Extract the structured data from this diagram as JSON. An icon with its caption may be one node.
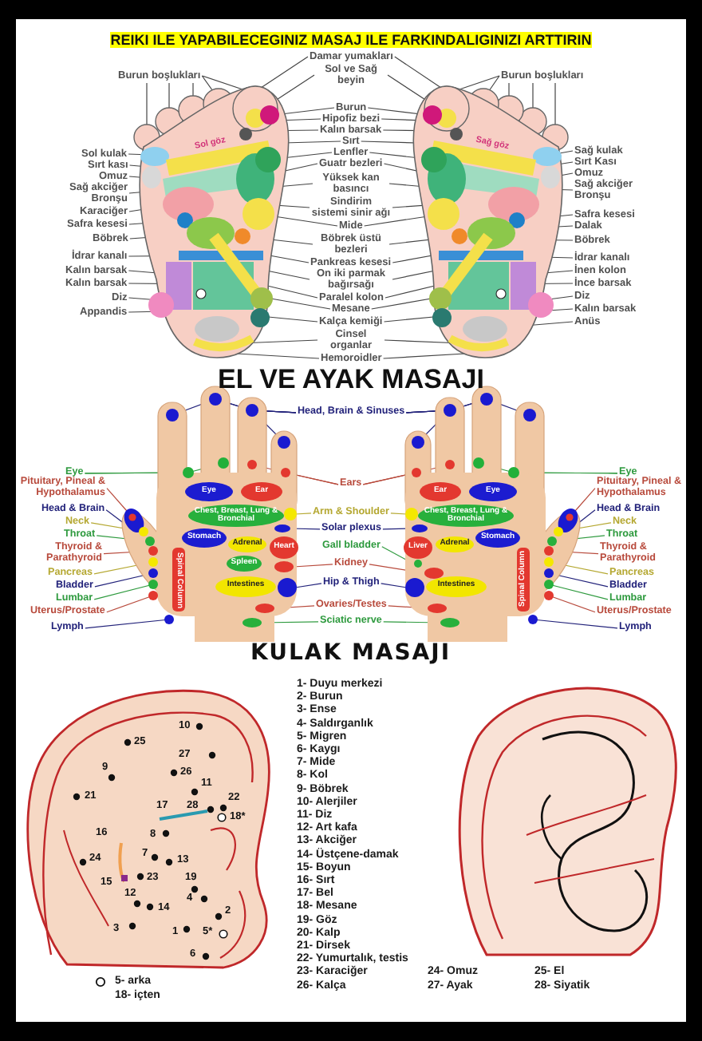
{
  "diagram": {
    "title": "REIKI ILE YAPABILECEGINIZ MASAJ ILE FARKINDALIGINIZI ARTTIRIN",
    "nodes": [
      {
        "text": [
          "Burun boşlukları"
        ]
      },
      {
        "text": [
          "Sol kulak"
        ]
      },
      {
        "text": [
          "Sırt kası"
        ]
      },
      {
        "text": [
          "Omuz"
        ]
      },
      {
        "text": [
          "Sağ akciğer Bronşu"
        ]
      },
      {
        "text": [
          "Karaciğer"
        ]
      },
      {
        "text": [
          "Safra kesesi"
        ]
      },
      {
        "text": [
          "Böbrek"
        ]
      },
      {
        "text": [
          "İdrar kanalı"
        ]
      },
      {
        "text": [
          "Kalın barsak"
        ]
      },
      {
        "text": [
          "Kalın barsak"
        ]
      },
      {
        "text": [
          "Diz"
        ]
      },
      {
        "text": [
          "Appandis"
        ]
      },
      {
        "text": [
          "Damar yumakları"
        ]
      },
      {
        "text": [
          "Sol ve Sağ beyin"
        ]
      },
      {
        "text": [
          "Burun"
        ]
      },
      {
        "text": [
          "Hipofiz bezi"
        ]
      },
      {
        "text": [
          "Kalın barsak"
        ]
      },
      {
        "text": [
          "Sırt"
        ]
      },
      {
        "text": [
          "Lenfler"
        ]
      },
      {
        "text": [
          "Guatr bezleri"
        ]
      },
      {
        "text": [
          "Yüksek kan basıncı"
        ]
      },
      {
        "text": [
          "Sindirim sistemi sinir ağı"
        ]
      },
      {
        "text": [
          "Mide"
        ]
      },
      {
        "text": [
          "Böbrek üstü bezleri"
        ]
      },
      {
        "text": [
          "Pankreas kesesi"
        ]
      },
      {
        "text": [
          "On iki parmak bağırsağı"
        ]
      },
      {
        "text": [
          "Paralel kolon"
        ]
      },
      {
        "text": [
          "Mesane"
        ]
      },
      {
        "text": [
          "Kalça kemiği"
        ]
      },
      {
        "text": [
          "Cinsel organlar"
        ]
      },
      {
        "text": [
          "Hemoroidler"
        ]
      },
      {
        "text": [
          "Burun boşlukları"
        ]
      },
      {
        "text": [
          "Sağ kulak"
        ]
      },
      {
        "text": [
          "Sırt Kası"
        ]
      },
      {
        "text": [
          "Omuz"
        ]
      },
      {
        "text": [
          "Sağ akciğer Bronşu"
        ]
      },
      {
        "text": [
          "Safra kesesi"
        ]
      },
      {
        "text": [
          "Dalak"
        ]
      },
      {
        "text": [
          "Böbrek"
        ]
      },
      {
        "text": [
          "İdrar kanalı"
        ]
      },
      {
        "text": [
          "İnen kolon"
        ]
      },
      {
        "text": [
          "İnce barsak"
        ]
      },
      {
        "text": [
          "Diz"
        ]
      },
      {
        "text": [
          "Kalın barsak"
        ]
      },
      {
        "text": [
          "Anüs"
        ]
      },
      {
        "text": [
          "Head, Brain & Sinuses"
        ]
      },
      {
        "text": [
          "Eye"
        ]
      },
      {
        "text": [
          "Pituitary, Pineal & Hypothalamus"
        ]
      },
      {
        "text": [
          "Head & Brain"
        ]
      },
      {
        "text": [
          "Neck"
        ]
      },
      {
        "text": [
          "Throat"
        ]
      },
      {
        "text": [
          "Thyroid & Parathyroid"
        ]
      },
      {
        "text": [
          "Pancreas"
        ]
      },
      {
        "text": [
          "Bladder"
        ]
      },
      {
        "text": [
          "Lumbar"
        ]
      },
      {
        "text": [
          "Uterus/Prostate"
        ]
      },
      {
        "text": [
          "Lymph"
        ]
      },
      {
        "text": [
          "Ears"
        ]
      },
      {
        "text": [
          "Arm & Shoulder"
        ]
      },
      {
        "text": [
          "Solar plexus"
        ]
      },
      {
        "text": [
          "Gall bladder"
        ]
      },
      {
        "text": [
          "Kidney"
        ]
      },
      {
        "text": [
          "Hip & Thigh"
        ]
      },
      {
        "text": [
          "Ovaries/Testes"
        ]
      },
      {
        "text": [
          "Sciatic nerve"
        ]
      },
      {
        "text": [
          "Eye"
        ]
      },
      {
        "text": [
          "Pituitary, Pineal & Hypothalamus"
        ]
      },
      {
        "text": [
          "Head & Brain"
        ]
      },
      {
        "text": [
          "Neck"
        ]
      },
      {
        "text": [
          "Throat"
        ]
      },
      {
        "text": [
          "Thyroid & Parathyroid"
        ]
      },
      {
        "text": [
          "Pancreas"
        ]
      },
      {
        "text": [
          "Bladder"
        ]
      },
      {
        "text": [
          "Lumbar"
        ]
      },
      {
        "text": [
          "Uterus/Prostate"
        ]
      },
      {
        "text": [
          "Lymph"
        ]
      },
      {
        "text": [],
        "shape": "picture"
      },
      {
        "text": [
          "Eye"
        ],
        "in": 77
      },
      {
        "text": [
          "Ear"
        ],
        "in": 77
      },
      {
        "text": [
          "Chest, Breast, Lung & Bronchial"
        ],
        "in": 77
      },
      {
        "text": [
          "Stomach"
        ],
        "in": 77
      },
      {
        "text": [
          "Adrenal"
        ],
        "in": 77
      },
      {
        "text": [
          "Heart"
        ],
        "in": 77
      },
      {
        "text": [
          "Spleen"
        ],
        "in": 77
      },
      {
        "text": [
          "Intestines"
        ],
        "in": 77
      },
      {
        "text": [
          "Spinal Column"
        ],
        "in": 77
      },
      {
        "text": [],
        "shape": "picture"
      },
      {
        "text": [
          "Ear"
        ],
        "in": 87
      },
      {
        "text": [
          "Eye"
        ],
        "in": 87
      },
      {
        "text": [
          "Chest, Breast, Lung & Bronchial"
        ],
        "in": 87
      },
      {
        "text": [
          "Stomach"
        ],
        "in": 87
      },
      {
        "text": [
          "Liver"
        ],
        "in": 87
      },
      {
        "text": [
          "Adrenal"
        ],
        "in": 87
      },
      {
        "text": [
          "Intestines"
        ],
        "in": 87
      },
      {
        "text": [
          "Spinal Column"
        ],
        "in": 87
      },
      {
        "text": [],
        "shape": "picture"
      },
      {
        "text": [],
        "shape": "picture"
      }
    ],
    "edges": [
      {
        "from": 0,
        "to": 96,
        "arrow": "none"
      },
      {
        "from": 0,
        "to": 96,
        "arrow": "none"
      },
      {
        "from": 0,
        "to": 96,
        "arrow": "none"
      },
      {
        "from": 0,
        "to": 96,
        "arrow": "none"
      },
      {
        "from": 0,
        "to": 96,
        "arrow": "none"
      },
      {
        "from": 1,
        "to": 96,
        "arrow": "none"
      },
      {
        "from": 2,
        "to": 96,
        "arrow": "none"
      },
      {
        "from": 3,
        "to": 96,
        "arrow": "none"
      },
      {
        "from": 4,
        "to": 96,
        "arrow": "none"
      },
      {
        "from": 5,
        "to": 96,
        "arrow": "none"
      },
      {
        "from": 6,
        "to": 96,
        "arrow": "none"
      },
      {
        "from": 7,
        "to": 96,
        "arrow": "none"
      },
      {
        "from": 8,
        "to": 96,
        "arrow": "none"
      },
      {
        "from": 9,
        "to": 96,
        "arrow": "none"
      },
      {
        "from": 10,
        "to": 96,
        "arrow": "none"
      },
      {
        "from": 11,
        "to": 96,
        "arrow": "none"
      },
      {
        "from": 12,
        "to": 96,
        "arrow": "none"
      },
      {
        "from": 13,
        "to": 96,
        "arrow": "none"
      },
      {
        "from": 13,
        "to": 97,
        "arrow": "none"
      },
      {
        "from": 14,
        "to": 96,
        "arrow": "none"
      },
      {
        "from": 14,
        "to": 97,
        "arrow": "none"
      },
      {
        "from": 15,
        "to": 96,
        "arrow": "none"
      },
      {
        "from": 15,
        "to": 97,
        "arrow": "none"
      },
      {
        "from": 16,
        "to": 96,
        "arrow": "none"
      },
      {
        "from": 16,
        "to": 97,
        "arrow": "none"
      },
      {
        "from": 17,
        "to": 96,
        "arrow": "none"
      },
      {
        "from": 17,
        "to": 97,
        "arrow": "none"
      },
      {
        "from": 18,
        "to": 96,
        "arrow": "none"
      },
      {
        "from": 18,
        "to": 97,
        "arrow": "none"
      },
      {
        "from": 19,
        "to": 96,
        "arrow": "none"
      },
      {
        "from": 19,
        "to": 97,
        "arrow": "none"
      },
      {
        "from": 20,
        "to": 96,
        "arrow": "none"
      },
      {
        "from": 20,
        "to": 97,
        "arrow": "none"
      },
      {
        "from": 21,
        "to": 96,
        "arrow": "none"
      },
      {
        "from": 21,
        "to": 97,
        "arrow": "none"
      },
      {
        "from": 22,
        "to": 96,
        "arrow": "none"
      },
      {
        "from": 22,
        "to": 97,
        "arrow": "none"
      },
      {
        "from": 23,
        "to": 96,
        "arrow": "none"
      },
      {
        "from": 23,
        "to": 97,
        "arrow": "none"
      },
      {
        "from": 24,
        "to": 96,
        "arrow": "none"
      },
      {
        "from": 24,
        "to": 97,
        "arrow": "none"
      },
      {
        "from": 25,
        "to": 96,
        "arrow": "none"
      },
      {
        "from": 25,
        "to": 97,
        "arrow": "none"
      },
      {
        "from": 26,
        "to": 96,
        "arrow": "none"
      },
      {
        "from": 26,
        "to": 97,
        "arrow": "none"
      },
      {
        "from": 27,
        "to": 96,
        "arrow": "none"
      },
      {
        "from": 27,
        "to": 97,
        "arrow": "none"
      },
      {
        "from": 28,
        "to": 96,
        "arrow": "none"
      },
      {
        "from": 28,
        "to": 97,
        "arrow": "none"
      },
      {
        "from": 29,
        "to": 96,
        "arrow": "none"
      },
      {
        "from": 29,
        "to": 97,
        "arrow": "none"
      },
      {
        "from": 30,
        "to": 96,
        "arrow": "none"
      },
      {
        "from": 30,
        "to": 97,
        "arrow": "none"
      },
      {
        "from": 31,
        "to": 96,
        "arrow": "none"
      },
      {
        "from": 31,
        "to": 97,
        "arrow": "none"
      },
      {
        "from": 32,
        "to": 97,
        "arrow": "none"
      },
      {
        "from": 32,
        "to": 97,
        "arrow": "none"
      },
      {
        "from": 32,
        "to": 97,
        "arrow": "none"
      },
      {
        "from": 32,
        "to": 97,
        "arrow": "none"
      },
      {
        "from": 32,
        "to": 97,
        "arrow": "none"
      },
      {
        "from": 33,
        "to": 97,
        "arrow": "none"
      },
      {
        "from": 34,
        "to": 97,
        "arrow": "none"
      },
      {
        "from": 35,
        "to": 97,
        "arrow": "none"
      },
      {
        "from": 36,
        "to": 97,
        "arrow": "none"
      },
      {
        "from": 37,
        "to": 97,
        "arrow": "none"
      },
      {
        "from": 38,
        "to": 97,
        "arrow": "none"
      },
      {
        "from": 39,
        "to": 97,
        "arrow": "none"
      },
      {
        "from": 40,
        "to": 97,
        "arrow": "none"
      },
      {
        "from": 41,
        "to": 97,
        "arrow": "none"
      },
      {
        "from": 42,
        "to": 97,
        "arrow": "none"
      },
      {
        "from": 43,
        "to": 97,
        "arrow": "none"
      },
      {
        "from": 44,
        "to": 97,
        "arrow": "none"
      },
      {
        "from": 45,
        "to": 97,
        "arrow": "none"
      },
      {
        "from": 46,
        "to": 77,
        "arrow": "none",
        "color": "#22227a"
      },
      {
        "from": 46,
        "to": 77,
        "arrow": "none",
        "color": "#22227a"
      },
      {
        "from": 46,
        "to": 77,
        "arrow": "none",
        "color": "#22227a"
      },
      {
        "from": 46,
        "to": 77,
        "arrow": "none",
        "color": "#22227a"
      },
      {
        "from": 46,
        "to": 87,
        "arrow": "none",
        "color": "#22227a"
      },
      {
        "from": 46,
        "to": 87,
        "arrow": "none",
        "color": "#22227a"
      },
      {
        "from": 46,
        "to": 87,
        "arrow": "none",
        "color": "#22227a"
      },
      {
        "from": 46,
        "to": 87,
        "arrow": "none",
        "color": "#22227a"
      },
      {
        "from": 47,
        "to": 77,
        "arrow": "none",
        "color": "#2e9a3e"
      },
      {
        "from": 47,
        "to": 77,
        "arrow": "none",
        "color": "#2e9a3e"
      },
      {
        "from": 48,
        "to": 77,
        "arrow": "none",
        "color": "#b84a3c"
      },
      {
        "from": 49,
        "to": 77,
        "arrow": "none",
        "color": "#22227a"
      },
      {
        "from": 50,
        "to": 77,
        "arrow": "none",
        "color": "#b5a832"
      },
      {
        "from": 51,
        "to": 77,
        "arrow": "none",
        "color": "#2e9a3e"
      },
      {
        "from": 52,
        "to": 77,
        "arrow": "none",
        "color": "#b84a3c"
      },
      {
        "from": 53,
        "to": 77,
        "arrow": "none",
        "color": "#b5a832"
      },
      {
        "from": 54,
        "to": 77,
        "arrow": "none",
        "color": "#22227a"
      },
      {
        "from": 55,
        "to": 77,
        "arrow": "none",
        "color": "#2e9a3e"
      },
      {
        "from": 56,
        "to": 77,
        "arrow": "none",
        "color": "#b84a3c"
      },
      {
        "from": 57,
        "to": 77,
        "arrow": "none",
        "color": "#22227a"
      },
      {
        "from": 58,
        "to": 77,
        "arrow": "none",
        "color": "#b84a3c"
      },
      {
        "from": 58,
        "to": 77,
        "arrow": "none",
        "color": "#b84a3c"
      },
      {
        "from": 58,
        "to": 87,
        "arrow": "none",
        "color": "#b84a3c"
      },
      {
        "from": 58,
        "to": 87,
        "arrow": "none",
        "color": "#b84a3c"
      },
      {
        "from": 59,
        "to": 77,
        "arrow": "none",
        "color": "#b5a832"
      },
      {
        "from": 59,
        "to": 87,
        "arrow": "none",
        "color": "#b5a832"
      },
      {
        "from": 60,
        "to": 77,
        "arrow": "none",
        "color": "#22227a"
      },
      {
        "from": 60,
        "to": 87,
        "arrow": "none",
        "color": "#22227a"
      },
      {
        "from": 61,
        "to": 87,
        "arrow": "none",
        "color": "#2e9a3e"
      },
      {
        "from": 62,
        "to": 77,
        "arrow": "none",
        "color": "#b84a3c"
      },
      {
        "from": 62,
        "to": 87,
        "arrow": "none",
        "color": "#b84a3c"
      },
      {
        "from": 63,
        "to": 77,
        "arrow": "none",
        "color": "#22227a"
      },
      {
        "from": 63,
        "to": 87,
        "arrow": "none",
        "color": "#22227a"
      },
      {
        "from": 64,
        "to": 77,
        "arrow": "none",
        "color": "#b84a3c"
      },
      {
        "from": 64,
        "to": 87,
        "arrow": "none",
        "color": "#b84a3c"
      },
      {
        "from": 65,
        "to": 77,
        "arrow": "none",
        "color": "#2e9a3e"
      },
      {
        "from": 65,
        "to": 87,
        "arrow": "none",
        "color": "#2e9a3e"
      },
      {
        "from": 66,
        "to": 87,
        "arrow": "none",
        "color": "#2e9a3e"
      },
      {
        "from": 66,
        "to": 87,
        "arrow": "none",
        "color": "#2e9a3e"
      },
      {
        "from": 67,
        "to": 87,
        "arrow": "none",
        "color": "#b84a3c"
      },
      {
        "from": 68,
        "to": 87,
        "arrow": "none",
        "color": "#22227a"
      },
      {
        "from": 69,
        "to": 87,
        "arrow": "none",
        "color": "#b5a832"
      },
      {
        "from": 70,
        "to": 87,
        "arrow": "none",
        "color": "#2e9a3e"
      },
      {
        "from": 71,
        "to": 87,
        "arrow": "none",
        "color": "#b84a3c"
      },
      {
        "from": 72,
        "to": 87,
        "arrow": "none",
        "color": "#b5a832"
      },
      {
        "from": 73,
        "to": 87,
        "arrow": "none",
        "color": "#22227a"
      },
      {
        "from": 74,
        "to": 87,
        "arrow": "none",
        "color": "#2e9a3e"
      },
      {
        "from": 75,
        "to": 87,
        "arrow": "none",
        "color": "#b84a3c"
      },
      {
        "from": 76,
        "to": 87,
        "arrow": "none",
        "color": "#22227a"
      }
    ],
    "labels": [
      "Sol göz",
      "Sağ göz",
      "EL VE AYAK MASAJI",
      "KULAK MASAJI",
      "1- Duyu merkezi",
      "2- Burun",
      "3- Ense",
      "4- Saldırganlık",
      "5- Migren",
      "6- Kaygı",
      "7- Mide",
      "8- Kol",
      "9- Böbrek",
      "10- Alerjiler",
      "11- Diz",
      "12- Art kafa",
      "13- Akciğer",
      "14- Üstçene-damak",
      "15- Boyun",
      "16- Sırt",
      "17- Bel",
      "18- Mesane",
      "19- Göz",
      "20- Kalp",
      "21- Dirsek",
      "22- Yumurtalık, testis",
      "23- Karaciğer",
      "24- Omuz",
      "25- El",
      "26- Kalça",
      "27- Ayak",
      "28- Siyatik",
      "10",
      "25",
      "27",
      "9",
      "26",
      "21",
      "11",
      "22",
      "17",
      "28",
      "18*",
      "16",
      "8",
      "24",
      "7",
      "13",
      "15",
      "23",
      "19",
      "12",
      "14",
      "4",
      "2",
      "3",
      "1",
      "5*",
      "6",
      "5- arka",
      "18- içten"
    ]
  }
}
